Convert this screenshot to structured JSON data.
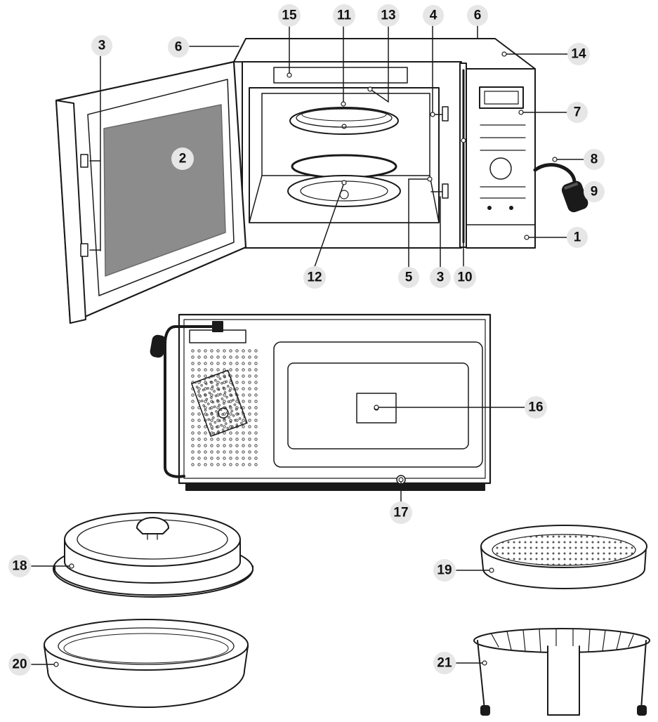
{
  "labels": {
    "l1": "1",
    "l2": "2",
    "l3a": "3",
    "l3b": "3",
    "l4": "4",
    "l5": "5",
    "l6a": "6",
    "l6b": "6",
    "l7": "7",
    "l8": "8",
    "l9": "9",
    "l10": "10",
    "l11": "11",
    "l12": "12",
    "l13": "13",
    "l14": "14",
    "l15": "15",
    "l16": "16",
    "l17": "17",
    "l18": "18",
    "l19": "19",
    "l20": "20",
    "l21": "21"
  },
  "colors": {
    "line": "#1a1a1a",
    "label_bubble": "#e6e6e6",
    "window": "#8c8c8c",
    "background": "#ffffff"
  }
}
